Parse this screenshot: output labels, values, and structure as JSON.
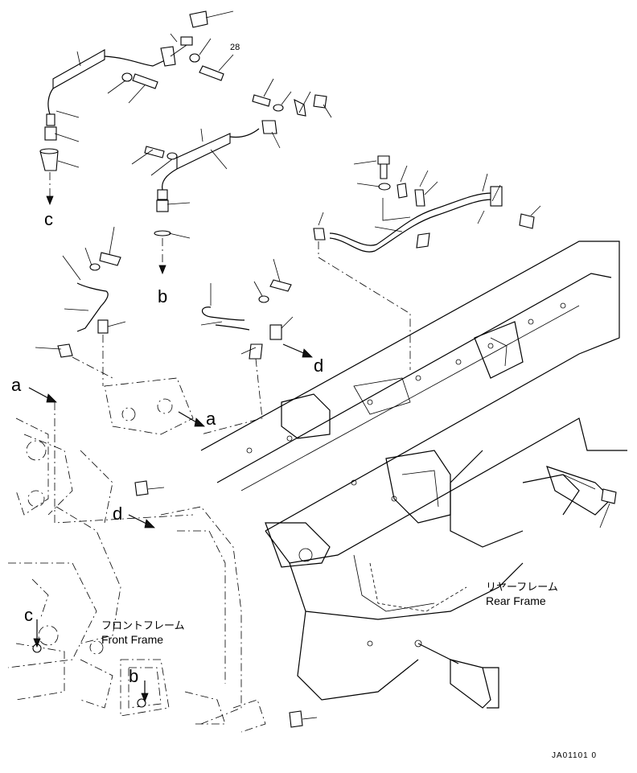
{
  "labels": {
    "a_top": "a",
    "a_mid": "a",
    "b_top": "b",
    "b_bottom": "b",
    "c_top": "c",
    "c_bottom": "c",
    "d_mid": "d",
    "d_lower": "d",
    "part_28": "28"
  },
  "frames": {
    "front_jp": "フロントフレーム",
    "front_en": "Front Frame",
    "rear_jp": "リヤーフレーム",
    "rear_en": "Rear Frame"
  },
  "drawing_code": "JA01101 0"
}
